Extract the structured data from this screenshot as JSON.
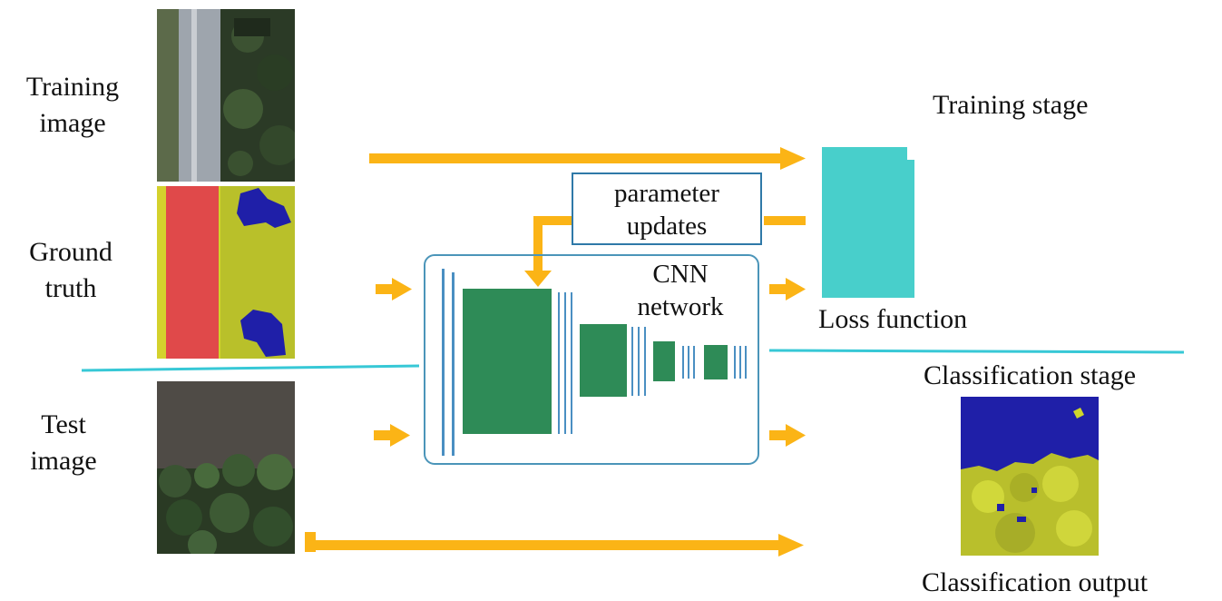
{
  "labels": {
    "training_image": [
      "Training",
      "image"
    ],
    "ground_truth": [
      "Ground",
      "truth"
    ],
    "test_image": [
      "Test",
      "image"
    ],
    "training_stage": "Training stage",
    "parameter_updates": [
      "parameter",
      "updates"
    ],
    "cnn_network": [
      "CNN",
      "network"
    ],
    "loss_function": "Loss function",
    "classification_stage": "Classification stage",
    "classification_output": "Classification output"
  },
  "colors": {
    "arrow": "#fbb416",
    "divider": "#37c8d6",
    "cnn_block": "#2e8b57",
    "cnn_layer_line": "#4a8fc2",
    "loss_block": "#48cfcb",
    "road_gt": "#e0494a",
    "vegetation_gt": "#cfd62b",
    "water_gt": "#1f1fa8"
  }
}
